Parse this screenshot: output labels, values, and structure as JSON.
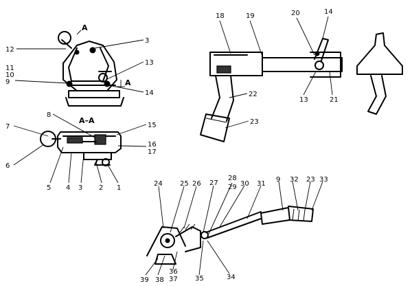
{
  "labels": {
    "n1": "1",
    "n2": "2",
    "n3": "3",
    "n3b": "3",
    "n4": "4",
    "n5": "5",
    "n6": "6",
    "n7": "7",
    "n8": "8",
    "n9": "9",
    "n9b": "9",
    "n10": "10",
    "n11": "11",
    "n12": "12",
    "n13": "13",
    "n13b": "13",
    "n14": "14",
    "n14b": "14",
    "n15": "15",
    "n16": "16",
    "n17": "17",
    "n18": "18",
    "n19": "19",
    "n20": "20",
    "n21": "21",
    "n22": "22",
    "n23": "23",
    "n23b": "23",
    "n24": "24",
    "n25": "25",
    "n26": "26",
    "n27": "27",
    "n28": "28",
    "n29": "29",
    "n30": "30",
    "n31": "31",
    "n32": "32",
    "n33": "33",
    "n34": "34",
    "n35": "35",
    "n36": "36",
    "n37": "37",
    "n38": "38",
    "n39": "39"
  },
  "markers": {
    "section_a_top": "A",
    "section_a_right": "A",
    "section_title": "A–A"
  }
}
